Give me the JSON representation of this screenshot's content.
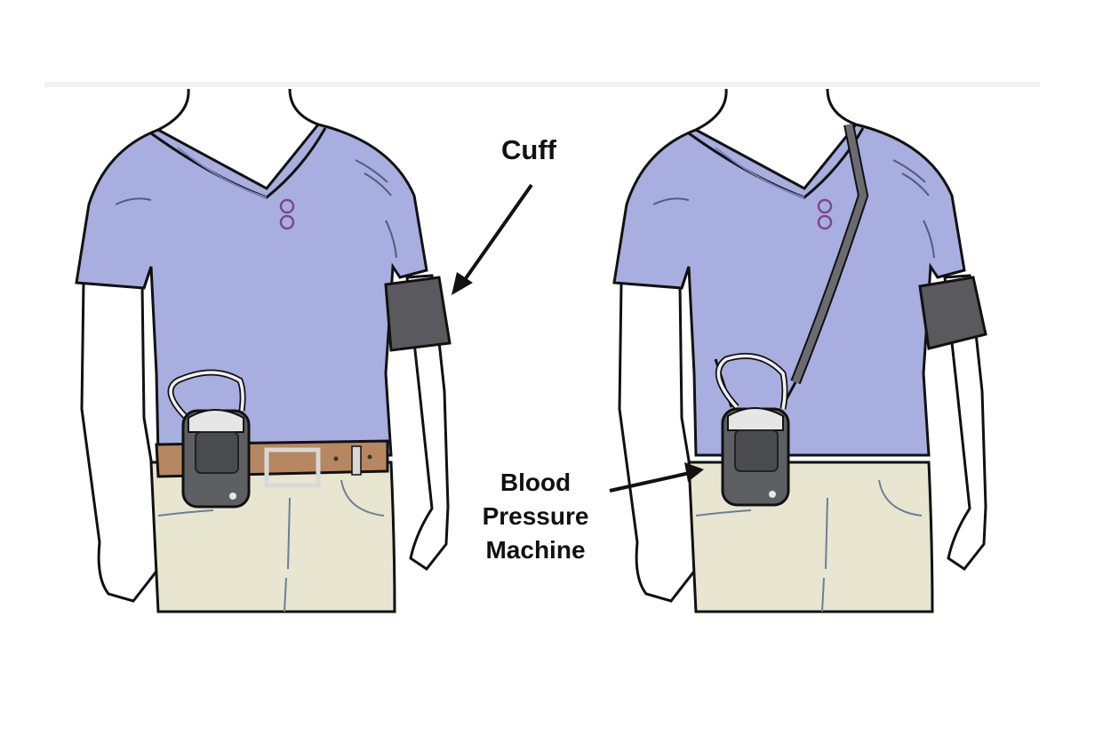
{
  "labels": {
    "cuff": "Cuff",
    "machine_line1": "Blood",
    "machine_line2": "Pressure",
    "machine_line3": "Machine"
  },
  "colors": {
    "shirt": "#a8aedf",
    "cuff": "#5a5a5e",
    "device": "#5e5f63",
    "belt": "#b68760",
    "pants": "#e8e5d0",
    "outline": "#111111"
  }
}
